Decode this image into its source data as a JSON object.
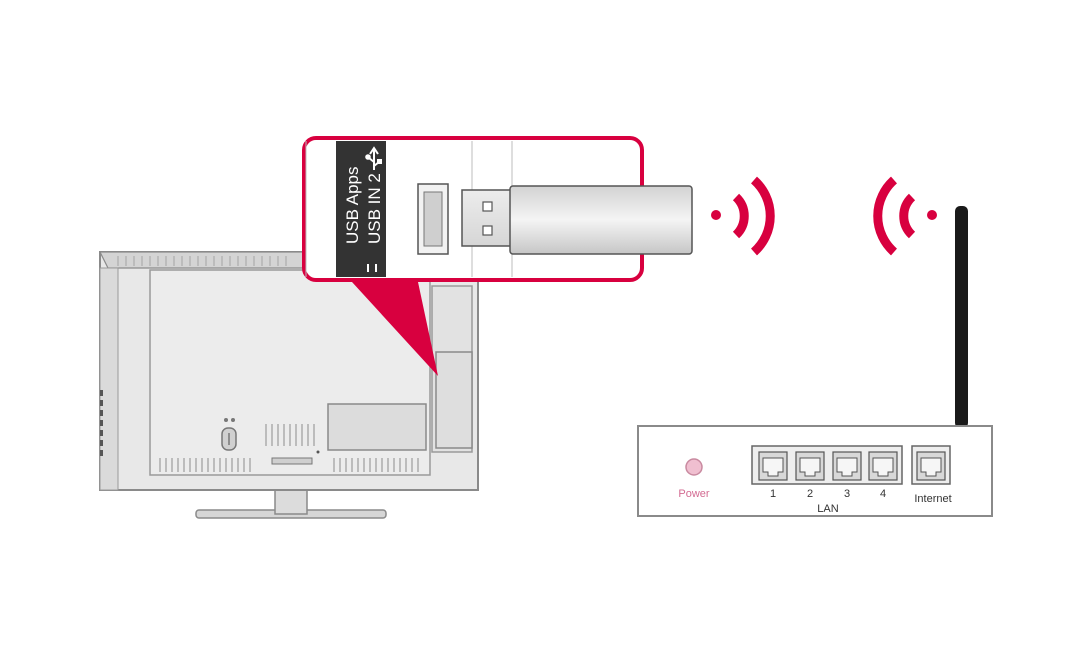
{
  "colors": {
    "accent": "#d8003f",
    "tv_body": "#e6e6e6",
    "tv_stroke": "#8a8a8a",
    "router_stroke": "#8a8a8a",
    "label_strip": "#333333"
  },
  "callout": {
    "label_line1": "USB Apps",
    "label_line2": "USB IN 2",
    "usb_symbol_icon": "usb-icon"
  },
  "router": {
    "power_label": "Power",
    "lan_ports": [
      "1",
      "2",
      "3",
      "4"
    ],
    "lan_label": "LAN",
    "internet_label": "Internet"
  },
  "icons": {
    "wifi_left": "wifi-signal-icon",
    "wifi_right": "wifi-signal-icon"
  }
}
